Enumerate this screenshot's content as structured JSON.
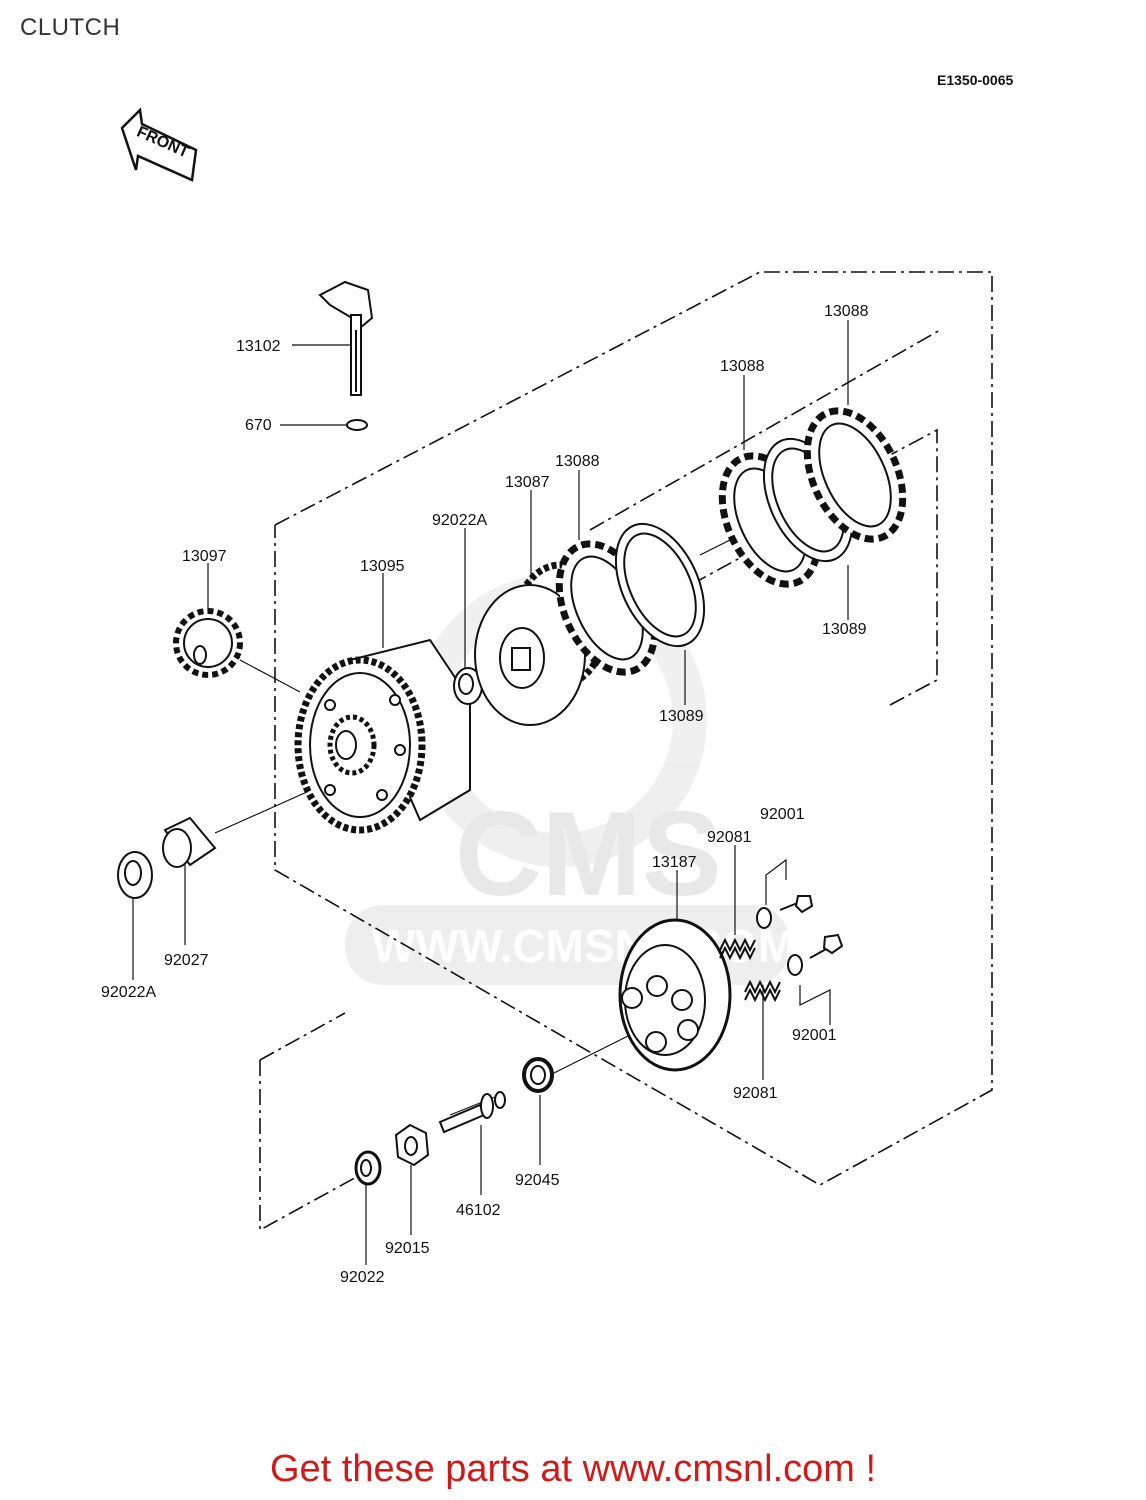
{
  "title": "CLUTCH",
  "diagram_code": "E1350-0065",
  "front_arrow_label": "FRONT",
  "watermark": {
    "brand": "CMS",
    "url": "WWW.CMSNL.COM"
  },
  "parts": {
    "p13102": "13102",
    "p670": "670",
    "p13088_a": "13088",
    "p13088_b": "13088",
    "p13088_c": "13088",
    "p13087": "13087",
    "p92022A_top": "92022A",
    "p13097": "13097",
    "p13095": "13095",
    "p13089_a": "13089",
    "p13089_b": "13089",
    "p92001_a": "92001",
    "p92081_a": "92081",
    "p13187": "13187",
    "p92027": "92027",
    "p92022A_bottom": "92022A",
    "p92001_b": "92001",
    "p92081_b": "92081",
    "p92045": "92045",
    "p46102": "46102",
    "p92015": "92015",
    "p92022": "92022"
  },
  "footer": "Get these parts at www.cmsnl.com !"
}
